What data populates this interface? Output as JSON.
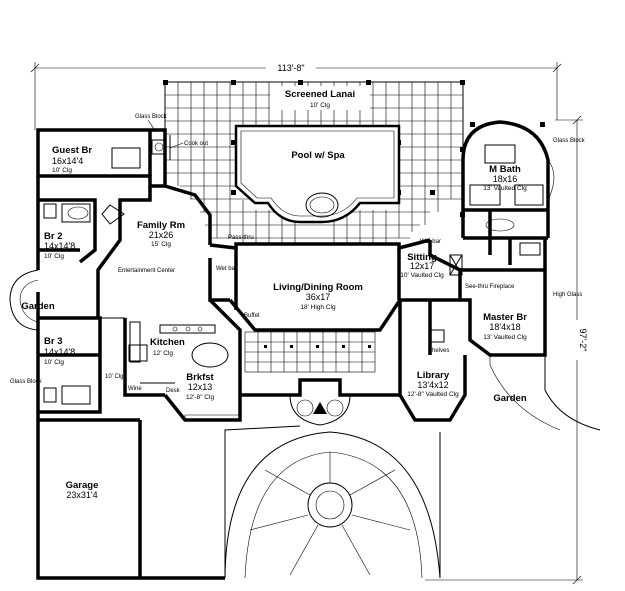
{
  "dimensions": {
    "width": "113'-8\"",
    "depth": "97'-2\""
  },
  "rooms": {
    "lanai": {
      "name": "Screened Lanai",
      "clg": "10' Clg"
    },
    "pool": {
      "name": "Pool w/ Spa"
    },
    "guest": {
      "name": "Guest Br",
      "size": "16x14'4",
      "clg": "10' Clg"
    },
    "family": {
      "name": "Family Rm",
      "size": "21x26",
      "clg": "15' Clg"
    },
    "br2": {
      "name": "Br 2",
      "size": "14x14'8",
      "clg": "10' Clg"
    },
    "br3": {
      "name": "Br 3",
      "size": "14x14'8",
      "clg": "10' Clg"
    },
    "living": {
      "name": "Living/Dining Room",
      "size": "36x17",
      "clg": "18' High Clg"
    },
    "kitchen": {
      "name": "Kitchen",
      "clg": "12' Clg"
    },
    "brkfst": {
      "name": "Brkfst",
      "size": "12x13",
      "clg": "12'-8\" Clg"
    },
    "mbath": {
      "name": "M Bath",
      "size": "18x16",
      "clg": "13' Vaulted Clg"
    },
    "sitting": {
      "name": "Sitting",
      "size": "12x17",
      "clg": "10' Vaulted Clg"
    },
    "master": {
      "name": "Master Br",
      "size": "18'4x18",
      "clg": "13' Vaulted Clg"
    },
    "library": {
      "name": "Library",
      "size": "13'4x12",
      "clg": "12'-8\" Vaulted Clg"
    },
    "garage": {
      "name": "Garage",
      "size": "23x31'4"
    },
    "garden_left": {
      "name": "Garden"
    },
    "garden_right": {
      "name": "Garden"
    }
  },
  "notes": {
    "glass_block_top": "Glass Block",
    "cook_out": "Cook out",
    "glass_block_right": "Glass Block",
    "pass_thru": "Pass-thru",
    "wet_bar_left": "Wet bar",
    "wet_bar_right": "Wet bar",
    "entertainment_center": "Entertainment Center",
    "buffet": "Buffet",
    "see_thru_fireplace": "See-thru Fireplace",
    "high_glass": "High Glass",
    "shelves": "Shelves",
    "glass_block_left": "Glass Block",
    "clg_10": "10' Clg",
    "wine": "Wine",
    "desk": "Desk"
  }
}
